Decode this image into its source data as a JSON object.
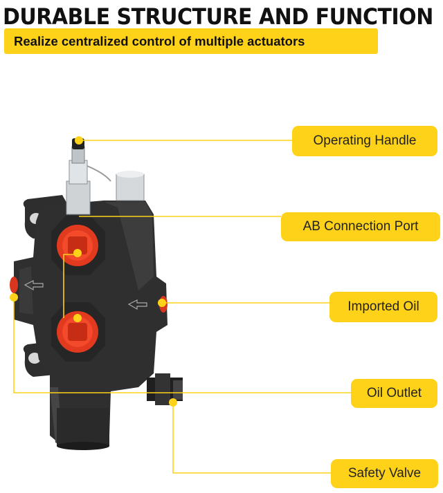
{
  "title": "DURABLE STRUCTURE AND FUNCTION",
  "subtitle": "Realize centralized control of multiple actuators",
  "labels": {
    "operating_handle": "Operating Handle",
    "ab_connection_port": "AB Connection Port",
    "imported_oil": "Imported Oil",
    "oil_outlet": "Oil Outlet",
    "safety_valve": "Safety Valve"
  },
  "colors": {
    "accent": "#ffd21a",
    "valve_body": "#2b2b2b",
    "port_cap": "#e8321c",
    "text": "#111111"
  }
}
